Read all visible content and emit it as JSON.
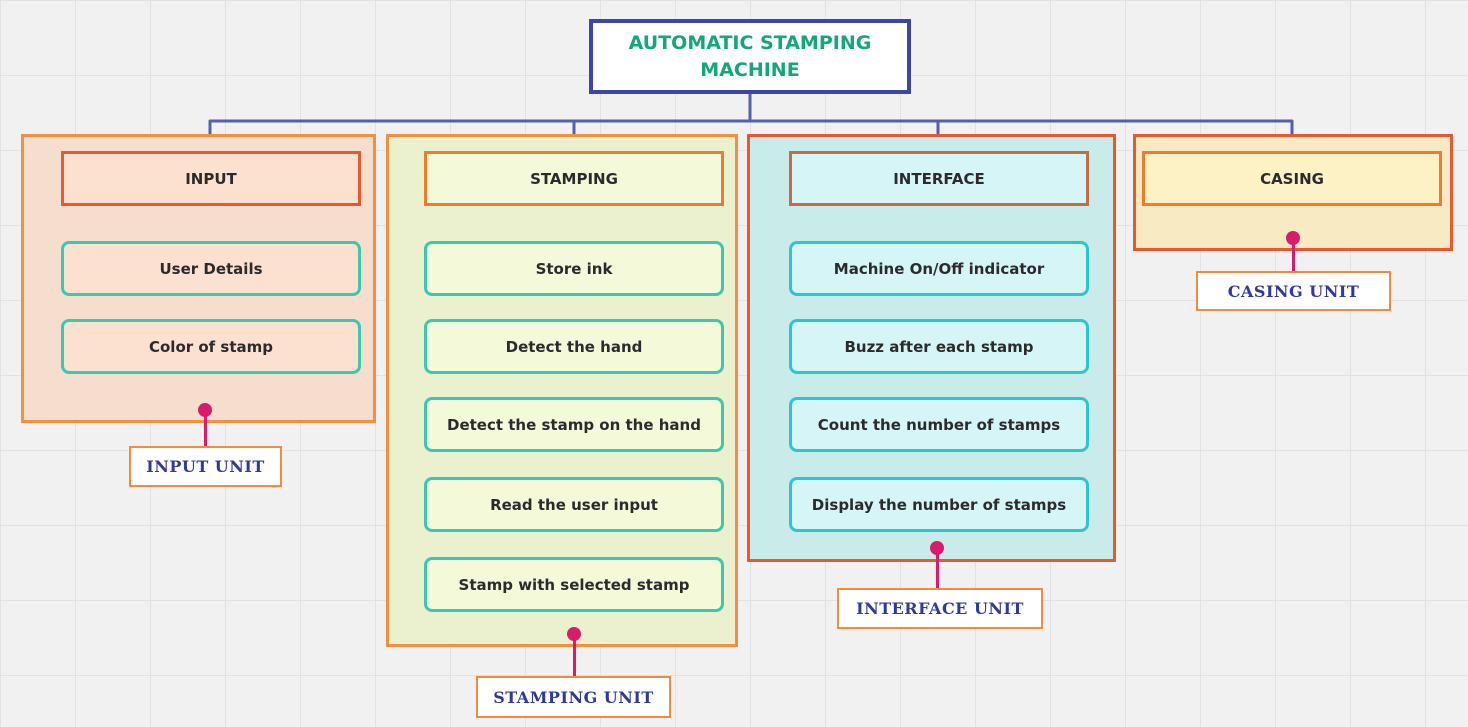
{
  "title": "AUTOMATIC STAMPING MACHINE",
  "groups": [
    {
      "header": "INPUT",
      "unit_label": "INPUT UNIT",
      "items": [
        "User Details",
        "Color of stamp"
      ]
    },
    {
      "header": "STAMPING",
      "unit_label": "STAMPING UNIT",
      "items": [
        "Store ink",
        "Detect the hand",
        "Detect the stamp on the hand",
        "Read the user input",
        "Stamp with selected stamp"
      ]
    },
    {
      "header": "INTERFACE",
      "unit_label": "INTERFACE UNIT",
      "items": [
        "Machine On/Off indicator",
        "Buzz after each stamp",
        "Count the number of stamps",
        "Display the number of stamps"
      ]
    },
    {
      "header": "CASING",
      "unit_label": "CASING UNIT",
      "items": []
    }
  ],
  "colors": {
    "title_border": "#3b46a8",
    "title_text": "#13a77b",
    "connector": "#5560b0",
    "child_arrow": "#3cc7b0",
    "pin": "#d81b6a",
    "unit_label_text": "#2e3a9c",
    "unit_label_border": "#f28b3c"
  }
}
